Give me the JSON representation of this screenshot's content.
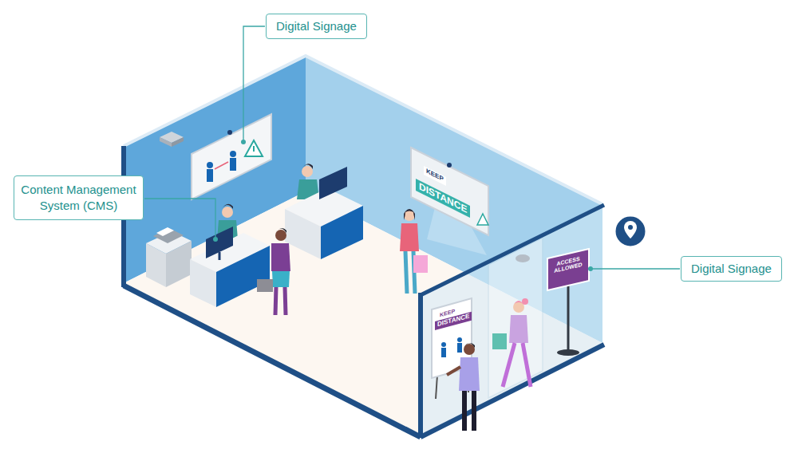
{
  "diagram": {
    "nodes": [
      {
        "text": [
          "Digital Signage"
        ]
      },
      {
        "text": [
          "Content Management System (CMS)"
        ]
      },
      {
        "text": [
          "Digital Signage"
        ]
      }
    ],
    "labels": [
      "KEEP",
      "DISTANCE",
      "KEEP",
      "DISTANCE",
      "ACCESS ALLOWED"
    ]
  }
}
